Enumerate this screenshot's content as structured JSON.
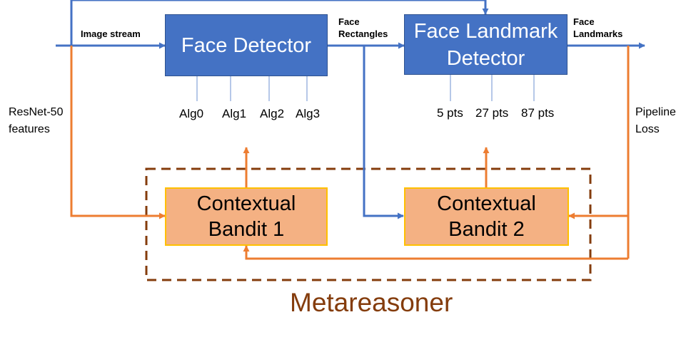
{
  "boxes": {
    "face_detector": "Face Detector",
    "face_landmark_detector": [
      "Face Landmark",
      "Detector"
    ],
    "bandit_1": [
      "Contextual",
      "Bandit 1"
    ],
    "bandit_2": [
      "Contextual",
      "Bandit 2"
    ]
  },
  "labels": {
    "image_stream": "Image stream",
    "face_rectangles": [
      "Face",
      "Rectangles"
    ],
    "face_landmarks": [
      "Face",
      "Landmarks"
    ],
    "resnet_features": [
      "ResNet-50",
      "features"
    ],
    "pipeline_loss": [
      "Pipeline",
      "Loss"
    ],
    "metareasoner": "Metareasoner"
  },
  "detector_algorithms": [
    "Alg0",
    "Alg1",
    "Alg2",
    "Alg3"
  ],
  "landmark_options": [
    "5 pts",
    "27 pts",
    "87 pts"
  ],
  "colors": {
    "blue_flow": "#4472c4",
    "orange_flow": "#ed7d31",
    "metareasoner_border": "#843c0c"
  }
}
